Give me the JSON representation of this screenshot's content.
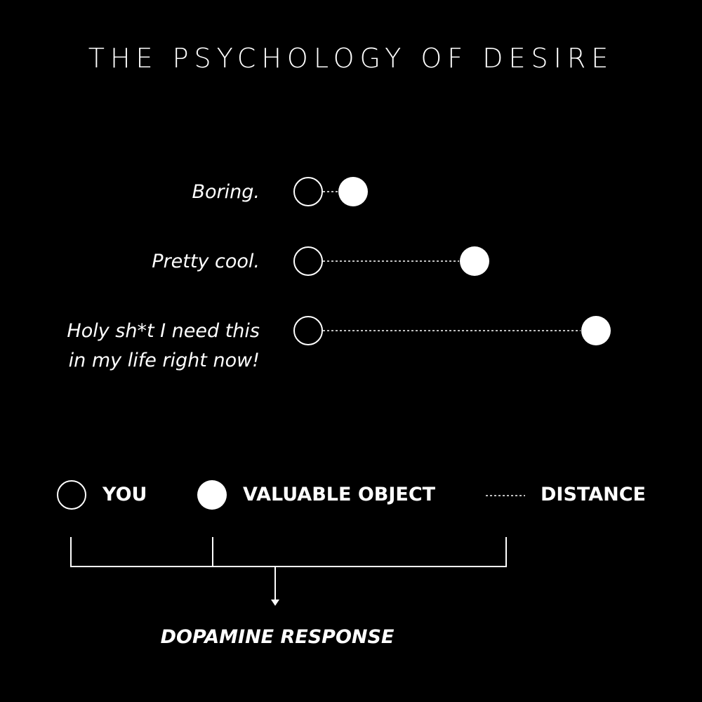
{
  "title": "THE PSYCHOLOGY OF DESIRE",
  "rows": [
    {
      "label_lines": [
        "Boring."
      ],
      "distance_level": 0.14
    },
    {
      "label_lines": [
        "Pretty cool."
      ],
      "distance_level": 0.55
    },
    {
      "label_lines": [
        "Holy sh*t I need this",
        "in my life right now!"
      ],
      "distance_level": 0.95
    }
  ],
  "legend": {
    "you": "YOU",
    "valuable_object": "VALUABLE OBJECT",
    "distance": "DISTANCE"
  },
  "response": "DOPAMINE RESPONSE",
  "colors": {
    "background": "#000000",
    "foreground": "#ffffff"
  }
}
